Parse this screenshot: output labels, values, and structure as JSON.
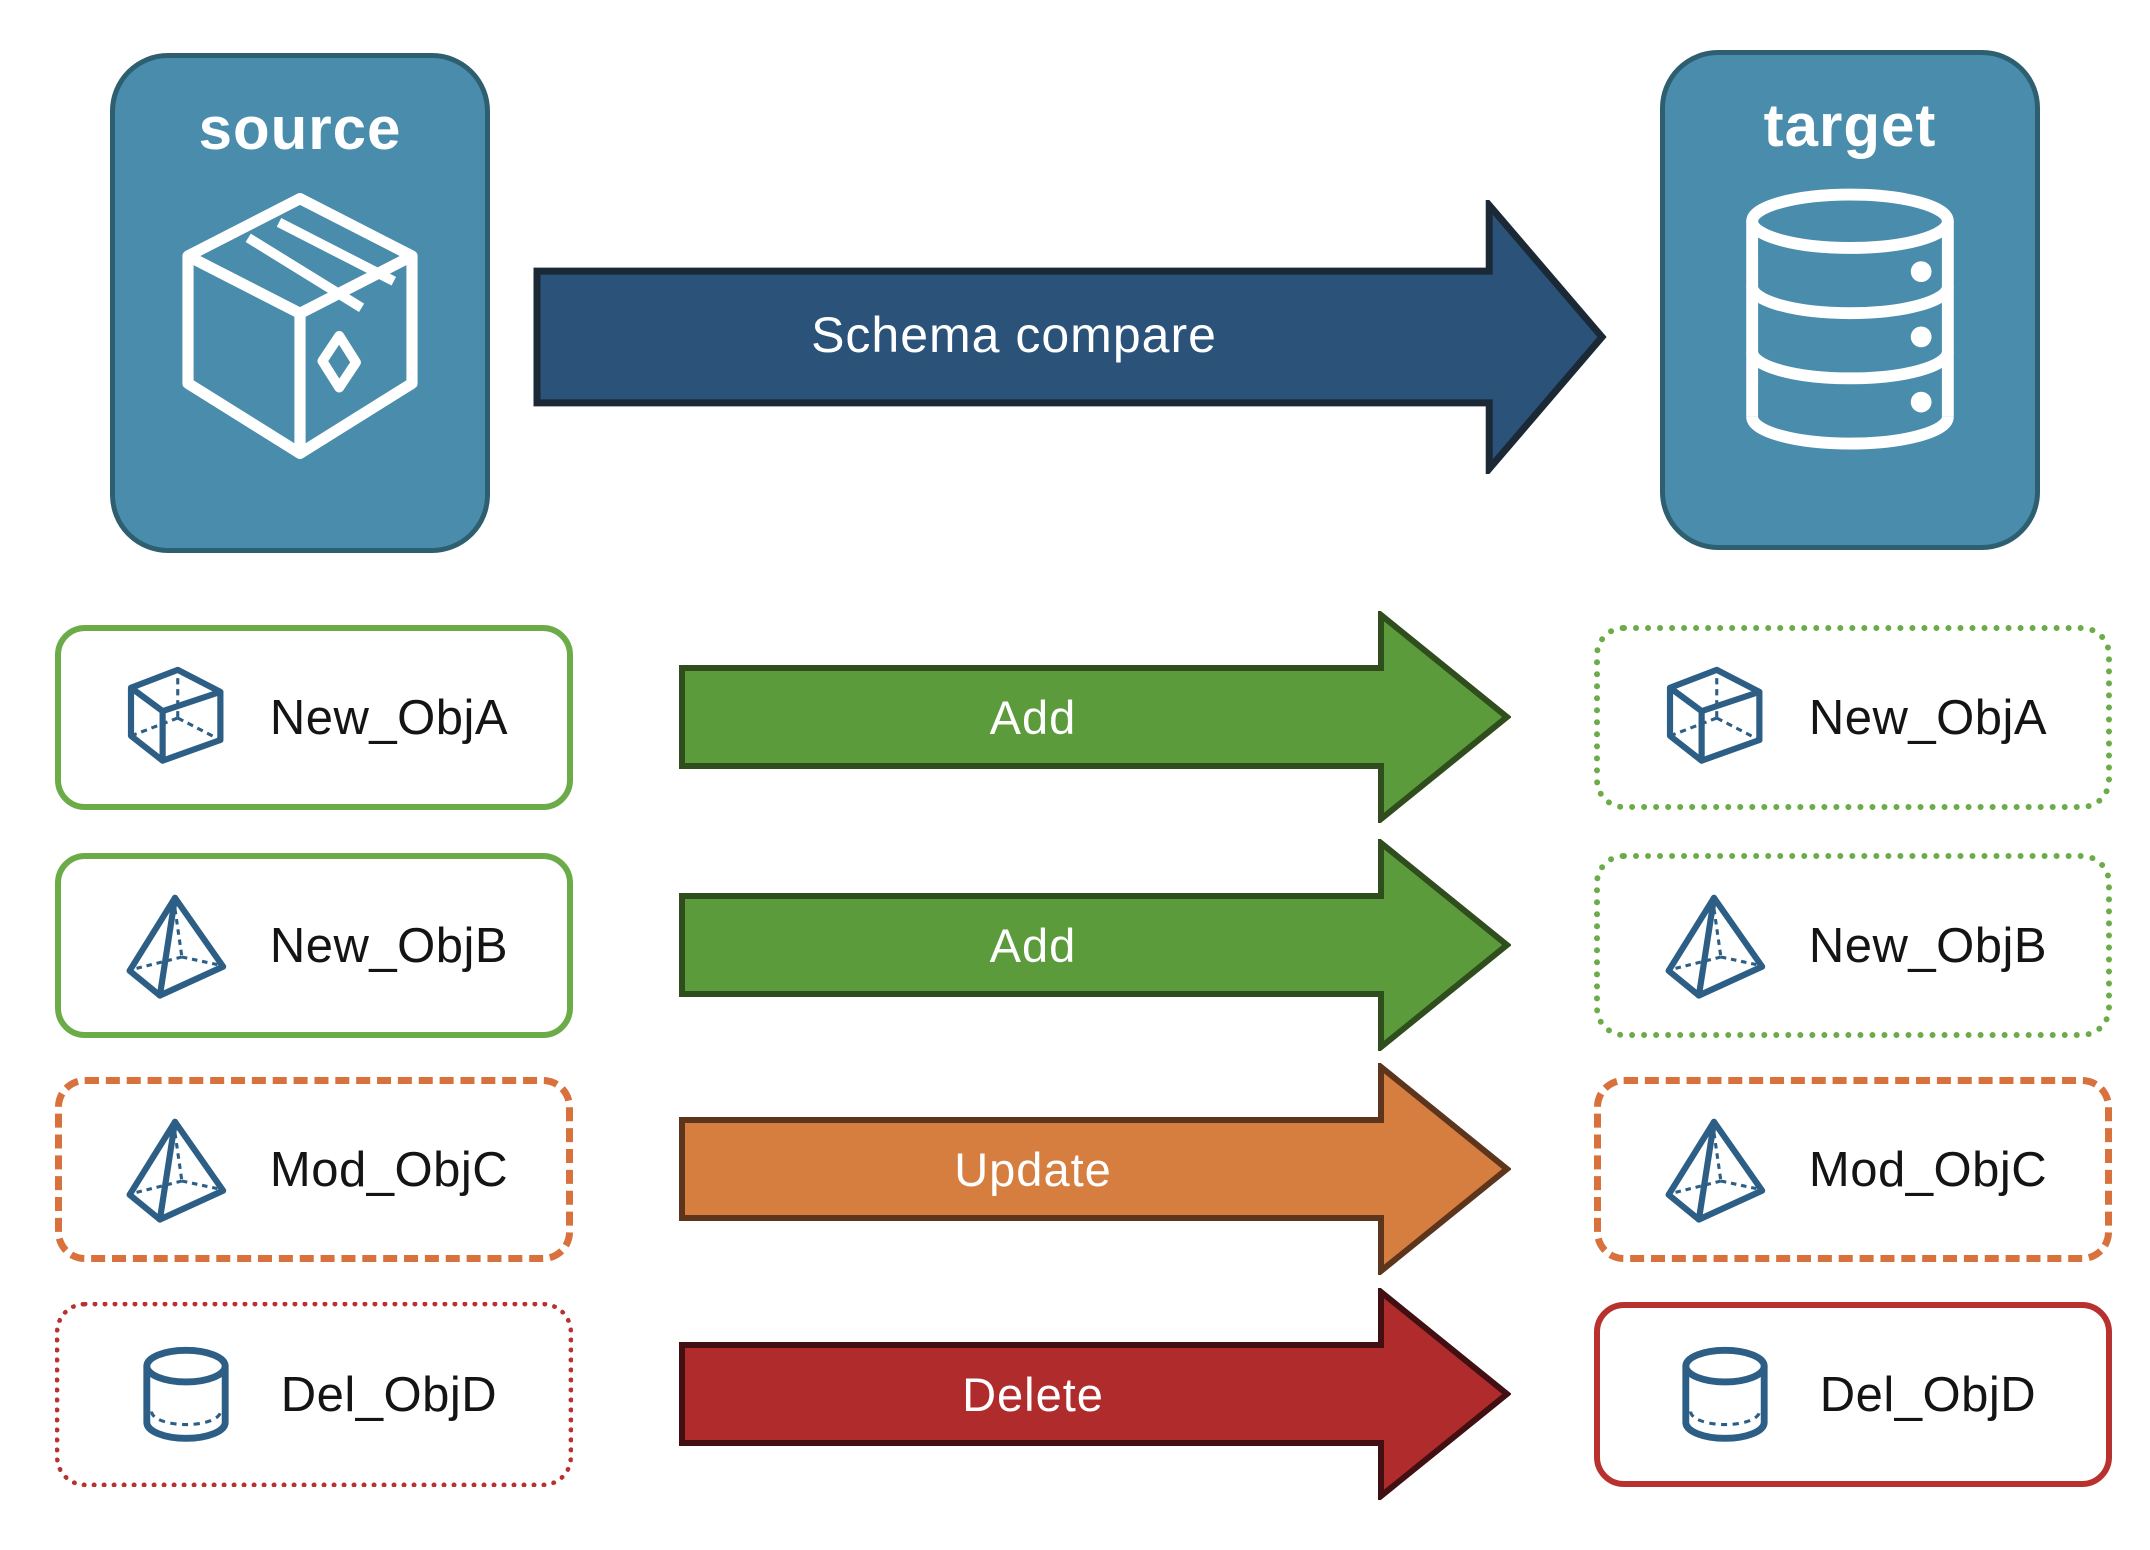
{
  "title_cards": {
    "source": {
      "label": "source",
      "icon": "package-box-icon"
    },
    "target": {
      "label": "target",
      "icon": "database-icon"
    }
  },
  "compare_arrow": {
    "label": "Schema compare"
  },
  "rows": [
    {
      "object": "New_ObjA",
      "icon": "cube-icon",
      "action": "Add",
      "source_border": "solid-green",
      "target_border": "dotted-green"
    },
    {
      "object": "New_ObjB",
      "icon": "pyramid-icon",
      "action": "Add",
      "source_border": "solid-green",
      "target_border": "dotted-green"
    },
    {
      "object": "Mod_ObjC",
      "icon": "pyramid-icon",
      "action": "Update",
      "source_border": "dashed-orange",
      "target_border": "dashed-orange"
    },
    {
      "object": "Del_ObjD",
      "icon": "cylinder-icon",
      "action": "Delete",
      "source_border": "dotted-red",
      "target_border": "solid-red"
    }
  ],
  "colors": {
    "blue_fill": "#4A8CAB",
    "blue_border": "#2E5F70",
    "navy_arrow_fill": "#2B5278",
    "navy_arrow_border": "#1B2836",
    "green_border": "#6BAC49",
    "green_arrow_fill": "#5B9B3C",
    "green_arrow_border": "#2F4D1D",
    "orange_border": "#D8713C",
    "orange_arrow_fill": "#D57E40",
    "orange_arrow_border": "#5C351C",
    "red_border": "#B8312E",
    "red_arrow_fill": "#B02C2C",
    "red_arrow_border": "#420F12",
    "icon_blue": "#2D5F86",
    "label_text": "#141414"
  }
}
